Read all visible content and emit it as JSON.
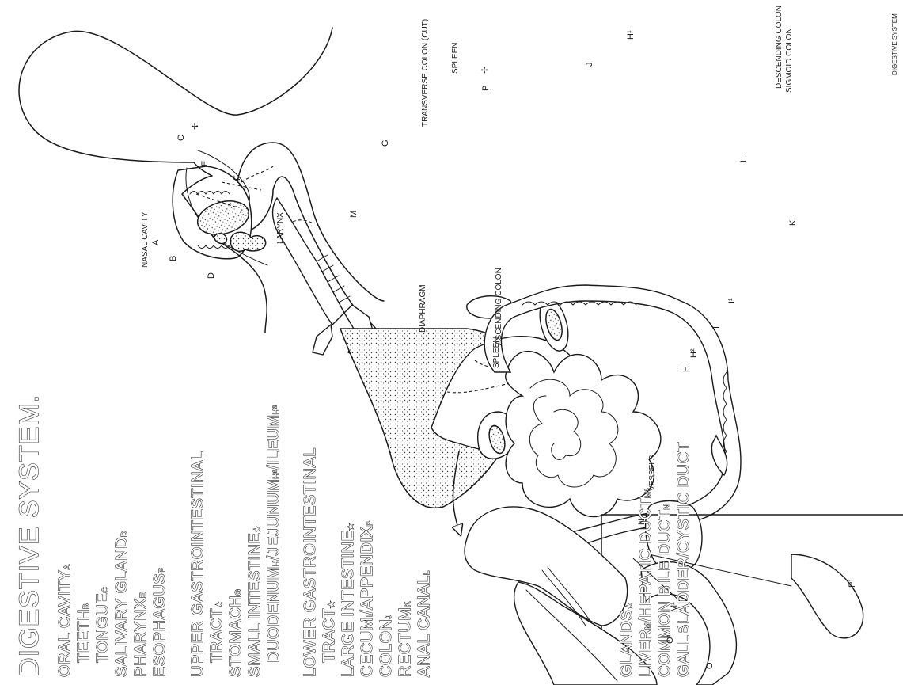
{
  "header": "DIGESTIVE SYSTEM",
  "title": "DIGESTIVE SYSTEM.",
  "legend": {
    "group1": [
      {
        "text": "ORAL CAVITY",
        "sub": "A",
        "indent": 0
      },
      {
        "text": "TEETH",
        "sub": "B",
        "indent": 1
      },
      {
        "text": "TONGUE",
        "sub": "C",
        "indent": 1
      },
      {
        "text": "SALIVARY GLAND",
        "sub": "D",
        "indent": 0
      },
      {
        "text": "PHARYNX",
        "sub": "E",
        "indent": 0
      },
      {
        "text": "ESOPHAGUS",
        "sub": "F",
        "indent": 0
      }
    ],
    "group2": [
      {
        "text": "UPPER GASTROINTESTINAL",
        "sub": "",
        "indent": 0
      },
      {
        "text": "TRACT",
        "sub": "★",
        "indent": 1
      },
      {
        "text": "STOMACH",
        "sub": "G",
        "indent": 0
      },
      {
        "text": "SMALL INTESTINE",
        "sub": "★",
        "indent": 0
      },
      {
        "text": "DUODENUM",
        "sub": "H",
        "indent": 1,
        "extra": "/JEJUNUM",
        "extra_sub": "H¹",
        "extra2": "/ILEUM",
        "extra2_sub": "H²"
      }
    ],
    "group3": [
      {
        "text": "LOWER GASTROINTESTINAL",
        "sub": "",
        "indent": 0
      },
      {
        "text": "TRACT",
        "sub": "★",
        "indent": 1
      },
      {
        "text": "LARGE INTESTINE",
        "sub": "★",
        "indent": 0
      },
      {
        "text": "CECUM",
        "sub": "I",
        "indent": 0,
        "extra": "/APPENDIX",
        "extra_sub": "I¹"
      },
      {
        "text": "COLON",
        "sub": "J",
        "indent": 0
      },
      {
        "text": "RECTUM",
        "sub": "K",
        "indent": 0
      },
      {
        "text": "ANAL CANAL",
        "sub": "L",
        "indent": 0
      }
    ],
    "group4": [
      {
        "text": "GLANDS",
        "sub": "★",
        "indent": 0
      },
      {
        "text": "LIVER",
        "sub": "M",
        "indent": 0,
        "extra": "/HEPATIC DUCT",
        "extra_sub": "M¹"
      },
      {
        "text": "COMMON BILE DUCT",
        "sub": "N",
        "indent": 0
      },
      {
        "text": "GALLBLADDER/CYSTIC DUCT",
        "sub": "",
        "indent": 0
      }
    ]
  },
  "labels": {
    "nasal_cavity": "NASAL CAVITY",
    "larynx": "LARYNX",
    "diaphragm": "DIAPHRAGM",
    "ascending_colon": "ASCENDING COLON",
    "transverse_colon": "TRANSVERSE COLON (CUT)",
    "spleen": "SPLEEN",
    "descending_colon": "DESCENDING COLON",
    "sigmoid_colon": "SIGMOID COLON",
    "spleen2": "SPLEEN",
    "vessels": "VESSELS"
  },
  "letters": {
    "A": "A",
    "B": "B",
    "C": "C",
    "D": "D",
    "E": "E",
    "F": "F",
    "G": "G",
    "H": "H",
    "H1": "H¹",
    "H2": "H²",
    "I": "I",
    "I1": "I¹",
    "J": "J",
    "K": "K",
    "L": "L",
    "M": "M",
    "M1": "M¹",
    "N": "N",
    "O": "O",
    "O1": "O¹",
    "P": "P",
    "P1": "P¹",
    "star": "✢"
  }
}
